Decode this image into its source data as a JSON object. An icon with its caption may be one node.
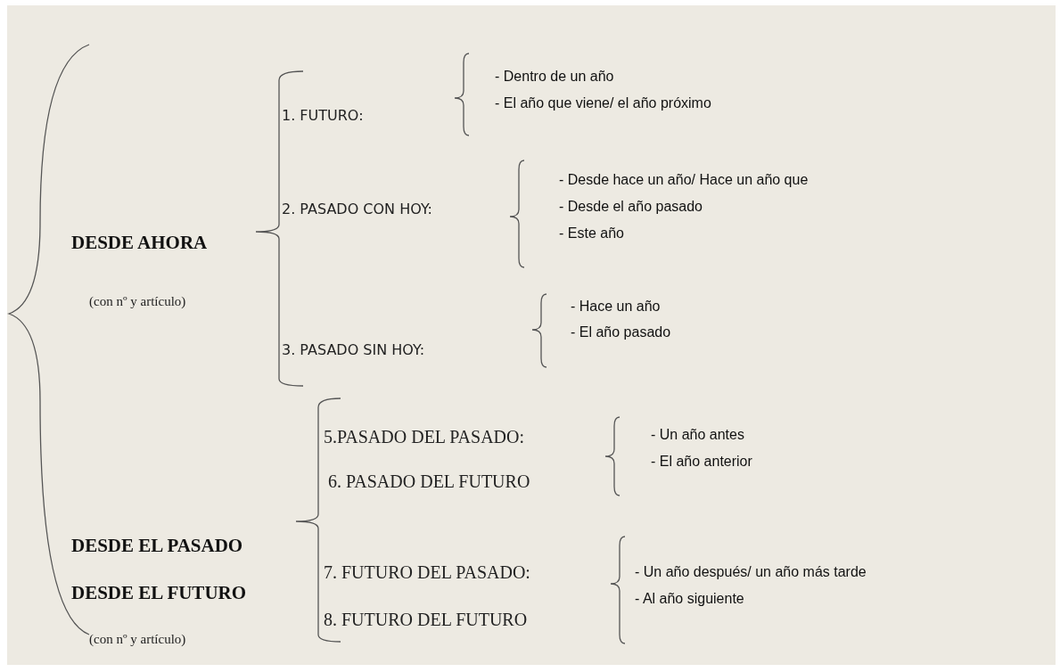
{
  "diagram": {
    "labels": [
      "DESDE AHORA",
      "(con nº y artículo)",
      "1. FUTURO:",
      "- Dentro de un año",
      "- El año que viene/ el año próximo",
      "2. PASADO CON HOY:",
      "- Desde hace un año/ Hace un año que",
      "- Desde el año pasado",
      "- Este año",
      "3. PASADO SIN HOY:",
      "- Hace un año",
      "- El año pasado",
      "5.PASADO DEL PASADO:",
      "- Un año antes",
      "- El año anterior",
      "6. PASADO DEL FUTURO",
      "DESDE EL PASADO",
      "7. FUTURO DEL PASADO:",
      "- Un año después/ un año más tarde",
      "DESDE EL FUTURO",
      "- Al año siguiente",
      "8. FUTURO DEL FUTURO",
      "(con nº y artículo)"
    ]
  }
}
